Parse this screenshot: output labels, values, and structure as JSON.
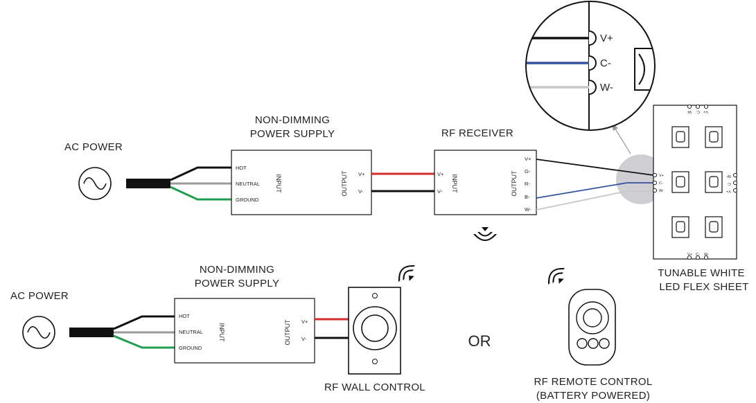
{
  "top_row": {
    "ac_power_label": "AC POWER",
    "psu": {
      "title_line1": "NON-DIMMING",
      "title_line2": "POWER SUPPLY",
      "input_label": "INPUT",
      "output_label": "OUTPUT",
      "terminal_hot": "HOT",
      "terminal_neutral": "NEUTRAL",
      "terminal_ground": "GROUND",
      "out_pos": "V+",
      "out_neg": "V-"
    },
    "receiver": {
      "title": "RF RECEIVER",
      "input_label": "INPUT",
      "output_label": "OUTPUT",
      "in_pos": "V+",
      "in_neg": "V-",
      "out_terminals": [
        "V+",
        "G-",
        "R-",
        "B-",
        "W-"
      ]
    }
  },
  "flex_sheet": {
    "label_line1": "TUNABLE WHITE",
    "label_line2": "LED FLEX SHEET",
    "zoom_terminals": [
      "V+",
      "C-",
      "W-"
    ],
    "pad_labels": [
      "V+",
      "C-",
      "W-"
    ]
  },
  "bottom_row": {
    "ac_power_label": "AC POWER",
    "psu": {
      "title_line1": "NON-DIMMING",
      "title_line2": "POWER SUPPLY",
      "input_label": "INPUT",
      "output_label": "OUTPUT",
      "terminal_hot": "HOT",
      "terminal_neutral": "NEUTRAL",
      "terminal_ground": "GROUND",
      "out_pos": "V+",
      "out_neg": "V-"
    },
    "wall_control_label": "RF WALL CONTROL",
    "or_label": "OR",
    "remote_label_line1": "RF REMOTE CONTROL",
    "remote_label_line2": "(BATTERY POWERED)"
  },
  "icons": {
    "ac_source": "ac-sine-source-icon",
    "wireless": "wireless-signal-icon"
  },
  "colors": {
    "wire_hot": "#111111",
    "wire_neutral": "#9a9a9a",
    "wire_ground": "#1e9e4e",
    "wire_positive": "#d62b2b",
    "wire_negative": "#111111",
    "wire_cool": "#3552a0",
    "wire_warm": "#c8c8c8",
    "zoom_highlight": "#cfcfd3"
  }
}
